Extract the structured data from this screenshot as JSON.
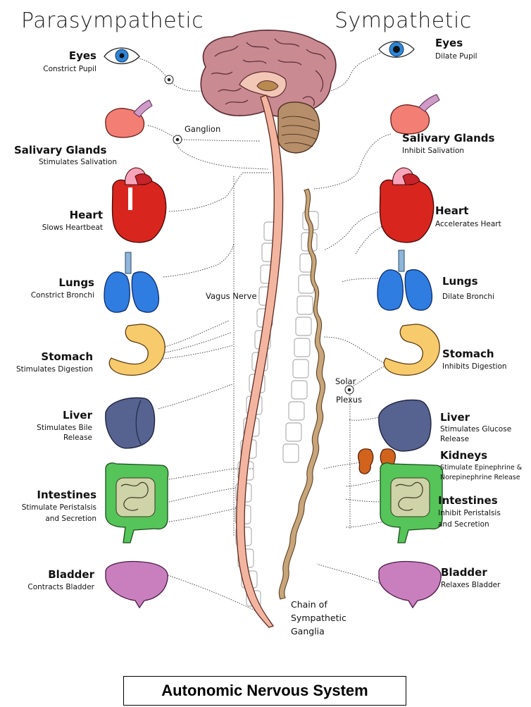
{
  "headers": {
    "left": "Parasympathetic",
    "right": "Sympathetic"
  },
  "parasympathetic": {
    "eyes": {
      "name": "Eyes",
      "effect": "Constrict Pupil"
    },
    "salivary": {
      "name": "Salivary Glands",
      "effect": "Stimulates Salivation"
    },
    "heart": {
      "name": "Heart",
      "effect": "Slows Heartbeat"
    },
    "lungs": {
      "name": "Lungs",
      "effect": "Constrict Bronchi"
    },
    "stomach": {
      "name": "Stomach",
      "effect": "Stimulates Digestion"
    },
    "liver": {
      "name": "Liver",
      "effect_1": "Stimulates Bile",
      "effect_2": "Release"
    },
    "intestines": {
      "name": "Intestines",
      "effect_1": "Stimulate Peristalsis",
      "effect_2": "and Secretion"
    },
    "bladder": {
      "name": "Bladder",
      "effect": "Contracts Bladder"
    }
  },
  "sympathetic": {
    "eyes": {
      "name": "Eyes",
      "effect": "Dilate Pupil"
    },
    "salivary": {
      "name": "Salivary Glands",
      "effect": "Inhibit Salivation"
    },
    "heart": {
      "name": "Heart",
      "effect": "Accelerates Heart"
    },
    "lungs": {
      "name": "Lungs",
      "effect": "Dilate Bronchi"
    },
    "stomach": {
      "name": "Stomach",
      "effect": "Inhibits Digestion"
    },
    "liver": {
      "name": "Liver",
      "effect_1": "Stimulates Glucose",
      "effect_2": "Release"
    },
    "kidneys": {
      "name": "Kidneys",
      "effect_1": "Stimulate Epinephrine &",
      "effect_2": "Norepinephrine Release"
    },
    "intestines": {
      "name": "Intestines",
      "effect_1": "Inhibit Peristalsis",
      "effect_2": "and Secretion"
    },
    "bladder": {
      "name": "Bladder",
      "effect": "Relaxes Bladder"
    }
  },
  "labels": {
    "ganglion": "Ganglion",
    "vagus": "Vagus Nerve",
    "solar_1": "Solar",
    "solar_2": "Plexus",
    "chain_1": "Chain of",
    "chain_2": "Sympathetic",
    "chain_3": "Ganglia"
  },
  "caption": "Autonomic Nervous System",
  "colors": {
    "brain": "#c98a92",
    "spinal_cord": "#f4b5a0",
    "ganglia_chain": "#c8a57a",
    "heart": "#d8261f",
    "lungs": "#2f7de0",
    "stomach": "#f7cb6c",
    "liver": "#56628f",
    "intestines": "#55c55a",
    "bladder": "#c97fbe",
    "kidneys": "#d2631c",
    "salivary": "#f27e74",
    "iris": "#2f86d8"
  }
}
